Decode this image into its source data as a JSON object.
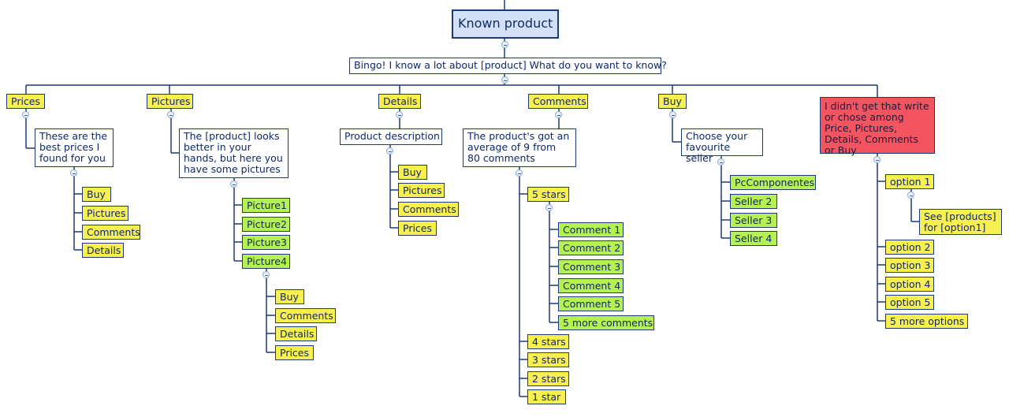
{
  "root": "Known product",
  "intro": "Bingo! I know a lot about [product] What do you want to know?",
  "branches": {
    "prices": {
      "label": "Prices",
      "reply": "These are the best prices I found for you",
      "children": [
        "Buy",
        "Pictures",
        "Comments",
        "Details"
      ]
    },
    "pictures": {
      "label": "Pictures",
      "reply": "The [product] looks better in your hands, but here you have some pictures",
      "pics": [
        "Picture1",
        "Picture2",
        "Picture3",
        "Picture4"
      ],
      "pic4_children": [
        "Buy",
        "Comments",
        "Details",
        "Prices"
      ]
    },
    "details": {
      "label": "Details",
      "reply": "Product description",
      "children": [
        "Buy",
        "Pictures",
        "Comments",
        "Prices"
      ]
    },
    "comments": {
      "label": "Comments",
      "reply": "The product's got an average of 9 from 80 comments",
      "ratings": [
        "5 stars",
        "4 stars",
        "3 stars",
        "2 stars",
        "1 star"
      ],
      "five_star_comments": [
        "Comment 1",
        "Comment 2",
        "Comment 3",
        "Comment 4",
        "Comment 5",
        "5 more comments"
      ]
    },
    "buy": {
      "label": "Buy",
      "reply": "Choose your favourite seller",
      "sellers": [
        "PcComponentes",
        "Seller 2",
        "Seller 3",
        "Seller 4"
      ]
    },
    "fallback": {
      "message": "I didn't get that write or chose among Price, Pictures, Details, Comments or Buy",
      "options": [
        "option 1",
        "option 2",
        "option 3",
        "option 4",
        "option 5",
        "5 more options"
      ],
      "option1_child": "See [products] for [option1]"
    }
  },
  "colors": {
    "line": "#1c3a78",
    "text": "#0f2a66",
    "root_fill": "#d3e0f8",
    "reply_fill": "#ffffff",
    "menu_fill": "#f8ef50",
    "leaf_fill": "#b6f052",
    "alert_fill": "#f2555f"
  }
}
